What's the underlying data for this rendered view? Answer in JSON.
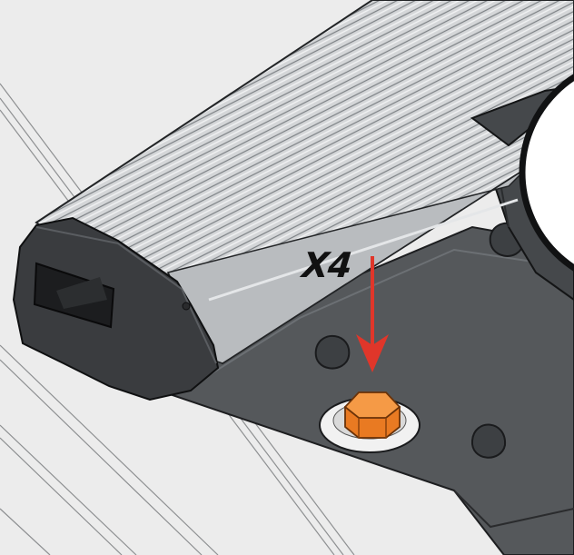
{
  "diagram": {
    "quantity_label": "X4",
    "components": {
      "roof_rail": "roof-rail",
      "crossbar": "aluminium-crossbar",
      "end_cap": "crossbar-end-cap",
      "clamp": "crossbar-clamp-bracket",
      "mounting_plate": "mounting-plate",
      "bolt": "hex-bolt",
      "washer": "flat-washer"
    },
    "icons": {
      "arrow": "down-arrow-icon",
      "detail_callout": "detail-callout-circle"
    },
    "colors": {
      "background": "#ececec",
      "crossbar_silver": "#c9ccce",
      "dark_plastic": "#3b3d40",
      "plate": "#505356",
      "bolt_orange": "#f08a2e",
      "arrow_red": "#e0362a",
      "label_black": "#111111"
    }
  }
}
